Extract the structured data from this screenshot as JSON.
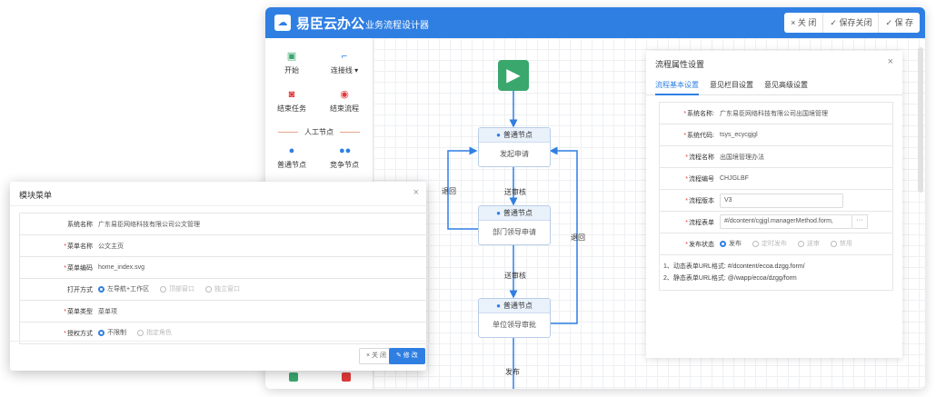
{
  "header": {
    "brand": "易臣云办公",
    "subtitle": "业务流程设计器",
    "close_label": "× 关 闭",
    "save_close_label": "✓ 保存关闭",
    "save_label": "✓ 保 存"
  },
  "palette": {
    "start": "开始",
    "connector": "连接线 ▾",
    "end_task": "结束任务",
    "end_flow": "结束流程",
    "section": "人工节点",
    "normal_node": "普通节点",
    "compete_node": "竞争节点"
  },
  "flow": {
    "nodes": [
      {
        "type": "普通节点",
        "label": "发起申请"
      },
      {
        "type": "普通节点",
        "label": "部门领导申请"
      },
      {
        "type": "普通节点",
        "label": "单位领导审批"
      }
    ],
    "edges": {
      "send1": "送审核",
      "send2": "送审核",
      "back1": "退回",
      "back2": "退回",
      "publish": "发布"
    }
  },
  "props": {
    "title": "流程属性设置",
    "tabs": [
      "流程基本设置",
      "意见栏目设置",
      "意见高级设置"
    ],
    "rows": [
      {
        "label": "系统名称:",
        "value": "广东易臣网络科技有限公司出国境管理"
      },
      {
        "label": "系统代码:",
        "value": "tsys_ecycgjgl"
      },
      {
        "label": "流程名称",
        "value": "出国境管理办法"
      },
      {
        "label": "流程编号",
        "value": "CHJGLBF"
      },
      {
        "label": "流程版本",
        "value": "V3"
      },
      {
        "label": "流程表单",
        "value": "#/dcontent/cgjgl.managerMethod.form,"
      },
      {
        "label": "发布状态",
        "value": ""
      }
    ],
    "status_options": [
      "发布",
      "定时发布",
      "送审",
      "禁用"
    ],
    "dots": "···",
    "notes": [
      "1、动态表单URL格式: #/dcontent/ecoa.dzgg.form/",
      "2、静态表单URL格式: @/wapp/ecoa/dzgg/form"
    ]
  },
  "modal": {
    "title": "模块菜单",
    "rows": [
      {
        "label": "系统名称",
        "value": "广东易臣网络科技有限公司公文管理"
      },
      {
        "label": "菜单名称",
        "value": "公文主页"
      },
      {
        "label": "菜单编码",
        "value": "home_index.svg"
      },
      {
        "label": "打开方式",
        "value": ""
      },
      {
        "label": "菜单类型",
        "value": "菜单项"
      },
      {
        "label": "授权方式",
        "value": ""
      }
    ],
    "open_options": [
      "左导航+工作区",
      "顶部窗口",
      "独立窗口"
    ],
    "auth_options": [
      "不限制",
      "指定角色"
    ],
    "close_label": "× 关 闭",
    "save_label": "✎ 修 改"
  }
}
